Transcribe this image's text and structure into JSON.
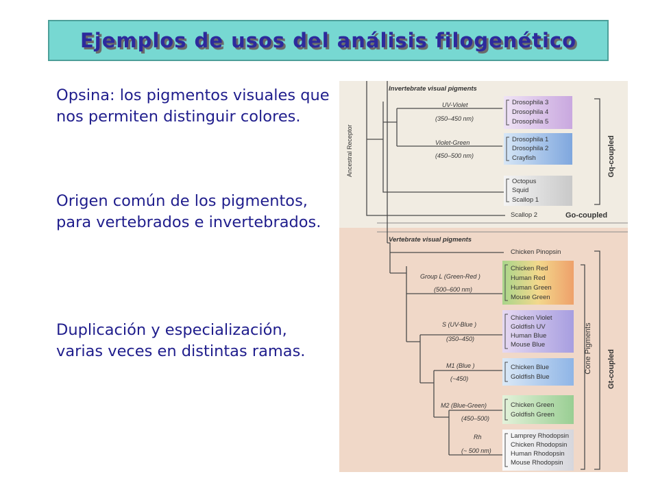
{
  "title": "Ejemplos de usos del análisis filogenético",
  "paragraphs": [
    "Opsina: los pigmentos visuales que nos permiten distinguir colores.",
    "Origen común de los pigmentos, para vertebrados e invertebrados.",
    "Duplicación y especialización, varias veces en distintas ramas."
  ],
  "diagram": {
    "root_label": "Ancestral Receptor",
    "invertebrate_header": "Invertebrate visual pigments",
    "vertebrate_header": "Vertebrate visual pigments",
    "gq_label": "Gq-coupled",
    "go_label": "Go-coupled",
    "gt_label": "Gt-coupled",
    "cone_label": "Cone Pigments",
    "uv_violet": {
      "name": "UV-Violet",
      "range": "(350–450 nm)"
    },
    "violet_green": {
      "name": "Violet-Green",
      "range": "(450–500 nm)"
    },
    "group_l": {
      "name": "Group L (Green-Red )",
      "range": "(500–600 nm)"
    },
    "s_uv_blue": {
      "name": "S (UV-Blue )",
      "range": "(350–450)"
    },
    "m1_blue": {
      "name": "M1 (Blue )",
      "range": "(~450)"
    },
    "m2_blue_green": {
      "name": "M2 (Blue-Green)",
      "range": "(450–500)"
    },
    "rh": {
      "name": "Rh",
      "range": "(~ 500 nm)"
    },
    "leaves": {
      "drosophila": [
        "Drosophila 3",
        "Drosophila 4",
        "Drosophila 5"
      ],
      "drosophila_b": [
        "Drosophila 1",
        "Drosophila 2",
        "Crayfish"
      ],
      "octopus": [
        "Octopus",
        "Squid",
        "Scallop 1"
      ],
      "scallop2": "Scallop 2",
      "pinopsin": "Chicken Pinopsin",
      "red": [
        "Chicken Red",
        "Human Red",
        "Human Green",
        "Mouse Green"
      ],
      "violet": [
        "Chicken Violet",
        "Goldfish UV",
        "Human Blue",
        "Mouse Blue"
      ],
      "blue": [
        "Chicken Blue",
        "Goldfish Blue"
      ],
      "green": [
        "Chicken Green",
        "Goldfish Green"
      ],
      "rhodopsin": [
        "Lamprey Rhodopsin",
        "Chicken Rhodopsin",
        "Human Rhodopsin",
        "Mouse Rhodopsin"
      ]
    },
    "colors": {
      "background_top": "#f1ece2",
      "background_bottom": "#f0d8c8",
      "line": "#4a4a4a",
      "violet_box": "#c9b3e3",
      "blue_box": "#8fb4e4",
      "gray_box": "#dcdcdc",
      "red_box": "#f0c08a",
      "uv_box": "#b7b2e6",
      "blue_box2": "#a7c4ec",
      "green_box": "#a9d6a6",
      "rhodo_box": "#e3e3e7"
    }
  }
}
